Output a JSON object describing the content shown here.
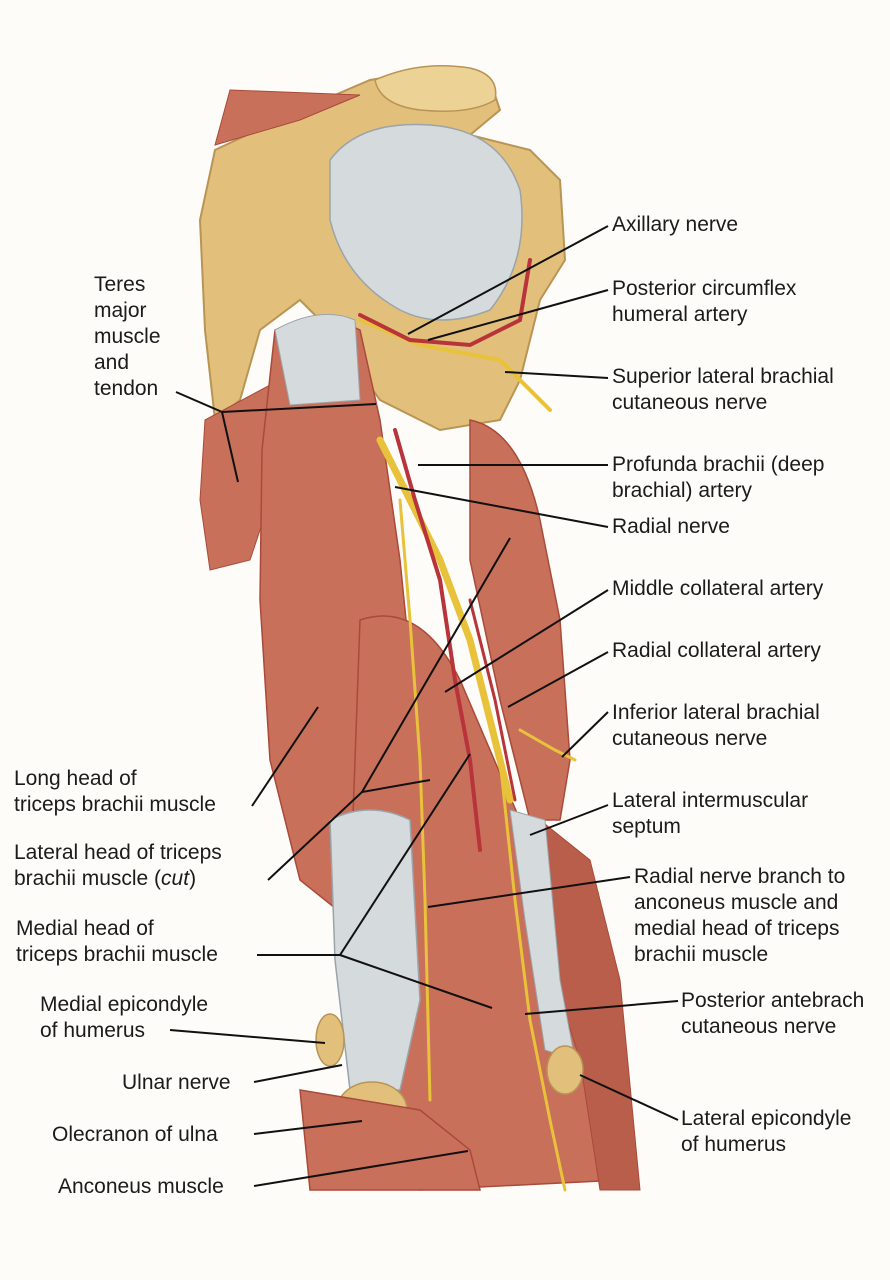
{
  "labels": {
    "teres_major": "Teres\nmajor\nmuscle\nand\ntendon",
    "axillary_nerve": "Axillary nerve",
    "posterior_circumflex": "Posterior circumflex\nhumeral artery",
    "superior_lateral": "Superior lateral brachial\ncutaneous nerve",
    "profunda_brachii": "Profunda brachii (deep\nbrachial) artery",
    "radial_nerve": "Radial nerve",
    "middle_collateral": "Middle collateral artery",
    "radial_collateral": "Radial collateral artery",
    "inferior_lateral": "Inferior lateral brachial\ncutaneous nerve",
    "long_head": "Long head of\ntriceps brachii muscle",
    "lateral_head_1": "Lateral head of triceps\nbrachii muscle (",
    "lateral_head_cut": "cut",
    "lateral_head_2": ")",
    "lateral_septum": "Lateral intermuscular\nseptum",
    "radial_branch": "Radial nerve branch to\nanconeus  muscle and\nmedial head of triceps\nbrachii muscle",
    "medial_head": "Medial head of\ntriceps brachii muscle",
    "medial_epicondyle": "Medial epicondyle\nof humerus",
    "posterior_antebrach": "Posterior antebrach\ncutaneous nerve",
    "ulnar_nerve": "Ulnar nerve",
    "olecranon": "Olecranon of ulna",
    "lateral_epicondyle": "Lateral epicondyle\nof humerus",
    "anconeus": "Anconeus muscle"
  },
  "colors": {
    "bone": "#e2c07c",
    "muscle": "#c8705a",
    "muscle_dark": "#a94a3a",
    "tendon": "#d5dadc",
    "nerve": "#e8c23a",
    "artery": "#b8343a",
    "leader": "#111111"
  }
}
